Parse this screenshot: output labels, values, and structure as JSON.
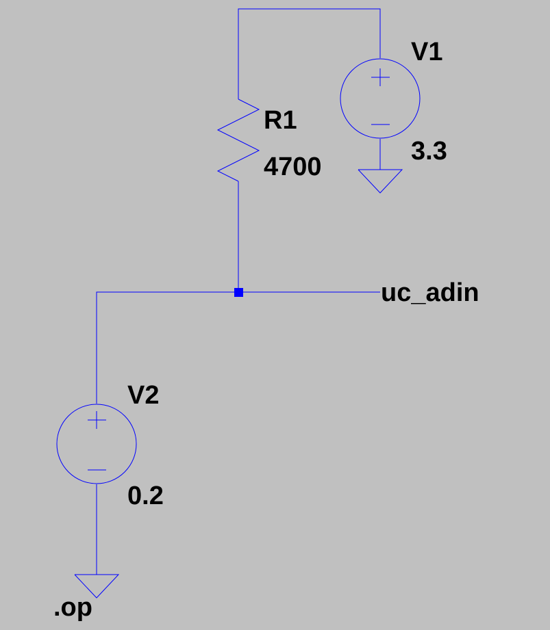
{
  "components": {
    "v1": {
      "ref": "V1",
      "value": "3.3"
    },
    "r1": {
      "ref": "R1",
      "value": "4700"
    },
    "v2": {
      "ref": "V2",
      "value": "0.2"
    }
  },
  "net_label": "uc_adin",
  "directive": ".op",
  "colors": {
    "background": "#c0c0c0",
    "wire": "#0000ff",
    "text": "#000000"
  }
}
